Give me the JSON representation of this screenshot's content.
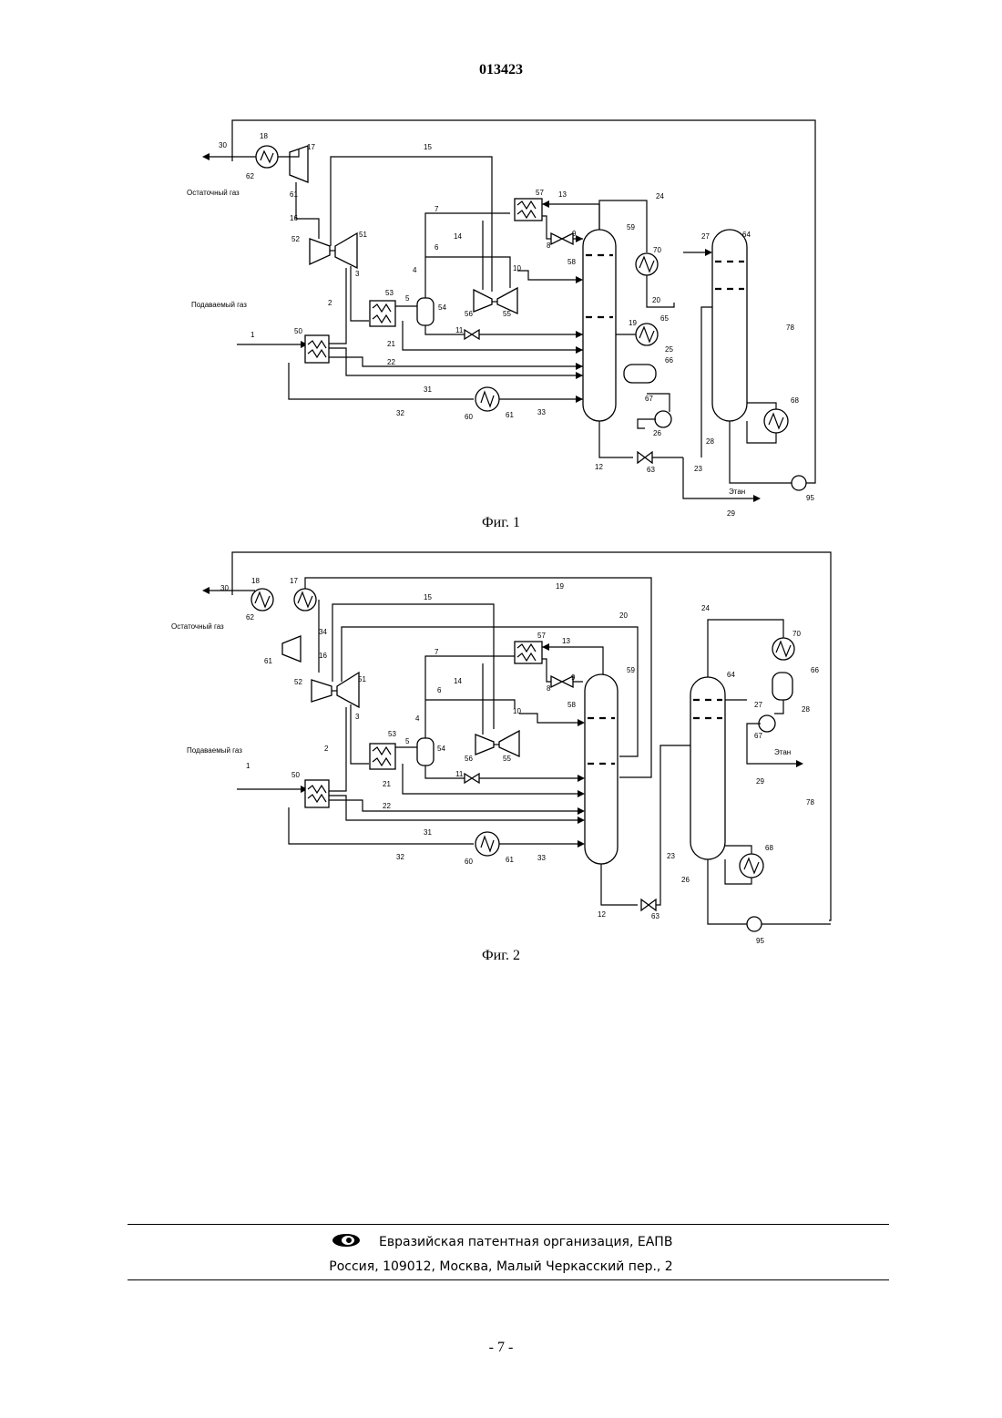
{
  "header": {
    "doc_number": "013423"
  },
  "figure1": {
    "caption": "Фиг. 1",
    "labels": {
      "feed_gas": "Подаваемый газ",
      "residue_gas": "Остаточный газ",
      "ethane": "Этан"
    },
    "streams": [
      "1",
      "2",
      "3",
      "4",
      "5",
      "6",
      "7",
      "8",
      "9",
      "10",
      "11",
      "12",
      "13",
      "14",
      "15",
      "16",
      "17",
      "19",
      "20",
      "21",
      "22",
      "23",
      "24",
      "25",
      "26",
      "27",
      "28",
      "29",
      "30",
      "31",
      "32",
      "33",
      "78"
    ],
    "equipment": [
      "50",
      "51",
      "52",
      "53",
      "54",
      "55",
      "56",
      "57",
      "58",
      "59",
      "60",
      "61",
      "62",
      "63",
      "64",
      "65",
      "66",
      "67",
      "68",
      "70",
      "95"
    ]
  },
  "figure2": {
    "caption": "Фиг. 2",
    "labels": {
      "feed_gas": "Подаваемый газ",
      "residue_gas": "Остаточный газ",
      "ethane": "Этан"
    },
    "streams": [
      "1",
      "2",
      "3",
      "4",
      "5",
      "6",
      "7",
      "8",
      "9",
      "10",
      "11",
      "12",
      "13",
      "14",
      "15",
      "16",
      "17",
      "18",
      "19",
      "20",
      "21",
      "22",
      "23",
      "24",
      "26",
      "27",
      "28",
      "29",
      "30",
      "31",
      "32",
      "33",
      "34",
      "78"
    ],
    "equipment": [
      "50",
      "51",
      "52",
      "53",
      "54",
      "55",
      "56",
      "57",
      "58",
      "59",
      "60",
      "61",
      "62",
      "63",
      "64",
      "66",
      "67",
      "68",
      "70",
      "95"
    ]
  },
  "footer": {
    "org": "Евразийская патентная организация, ЕАПВ",
    "address": "Россия, 109012, Москва, Малый Черкасский пер., 2"
  },
  "page_number": "- 7 -"
}
